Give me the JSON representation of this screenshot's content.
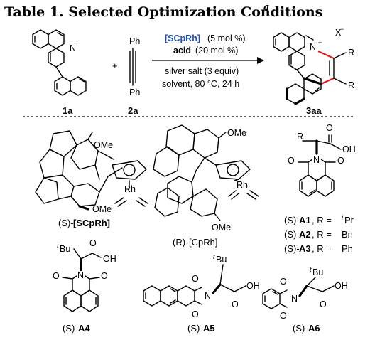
{
  "header": {
    "title": "Table 1. Selected Optimization Conditions",
    "title_footnote_mark": "a"
  },
  "scheme": {
    "reactants": [
      {
        "label": "1a",
        "atoms": [
          "N"
        ]
      },
      {
        "label": "2a",
        "atoms": [
          "Ph",
          "Ph"
        ]
      }
    ],
    "plus": "+",
    "conditions": {
      "catalyst": "[SCpRh]",
      "catalyst_loading": "(5 mol %)",
      "acid": "acid",
      "acid_loading": "(20 mol %)",
      "line3": "silver salt (3 equiv)",
      "line4": "solvent, 80 °C, 24 h"
    },
    "product": {
      "label": "3aa",
      "atoms": [
        "N",
        "X",
        "R",
        "R"
      ]
    }
  },
  "catalysts": [
    {
      "prefix": "(S)-",
      "name": "[SCpRh]",
      "atoms": [
        "OMe",
        "OMe",
        "Rh"
      ]
    },
    {
      "prefix": "(R)-",
      "name": "[CpRh]",
      "atoms": [
        "OMe",
        "OMe",
        "Rh"
      ]
    }
  ],
  "acids_a": {
    "atoms": [
      "R",
      "O",
      "OH",
      "O",
      "N",
      "O"
    ],
    "entries": [
      {
        "prefix": "(S)-",
        "id": "A1",
        "r": ", R = ",
        "rv_sup": "i",
        "rv": "Pr"
      },
      {
        "prefix": "(S)-",
        "id": "A2",
        "r": ", R = ",
        "rv": "Bn"
      },
      {
        "prefix": "(S)-",
        "id": "A3",
        "r": ", R = ",
        "rv": "Ph"
      }
    ]
  },
  "acids_b": [
    {
      "prefix": "(S)-",
      "id": "A4",
      "tbu_sup": "t",
      "tbu": "Bu",
      "atoms": [
        "O",
        "OH",
        "O",
        "N",
        "O"
      ]
    },
    {
      "prefix": "(S)-",
      "id": "A5",
      "tbu_sup": "t",
      "tbu": "Bu",
      "atoms": [
        "O",
        "N",
        "O",
        "O",
        "OH"
      ]
    },
    {
      "prefix": "(S)-",
      "id": "A6",
      "tbu_sup": "t",
      "tbu": "Bu",
      "atoms": [
        "O",
        "N",
        "O",
        "O",
        "OH"
      ]
    }
  ],
  "colors": {
    "catalyst_blue": "#1f4fa8",
    "annulation_red": "#e21b1b",
    "text": "#000000"
  }
}
